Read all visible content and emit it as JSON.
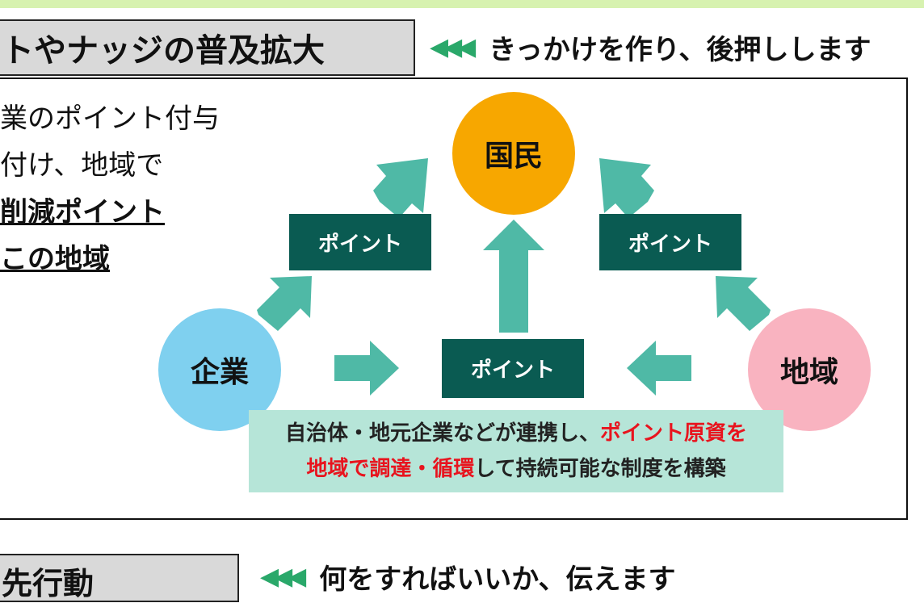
{
  "header": {
    "title": "トやナッジの普及拡大",
    "tagline_arrows": "◀◀◀",
    "tagline": "きっかけを作り、後押しします"
  },
  "left_text": {
    "line1": "業のポイント付与",
    "line2": "付け、地域で",
    "line3": "削減ポイント",
    "line4": "この地域"
  },
  "diagram": {
    "center_top": "国民",
    "left": "企業",
    "right": "地域",
    "point_left": "ポイント",
    "point_right": "ポイント",
    "point_center": "ポイント",
    "arrow_color": "#4fb9a6",
    "note": {
      "line1_a": "自治体・地元企業などが連携し、",
      "line1_b": "ポイント原資を",
      "line2_a": "地域で調達・循環",
      "line2_b": "して持続可能な制度を構築"
    }
  },
  "bottom": {
    "title": "先行動",
    "tagline_arrows": "◀◀◀",
    "tagline": "何をすればいいか、伝えます"
  },
  "colors": {
    "top_band": "#d7f2b0",
    "point_box": "#0a5b52",
    "kokumin": "#f7a700",
    "kigyo": "#7fd0ef",
    "chiiki": "#f9b3c0",
    "note_bg": "#b6e5d8",
    "highlight_red": "#e8141e"
  }
}
